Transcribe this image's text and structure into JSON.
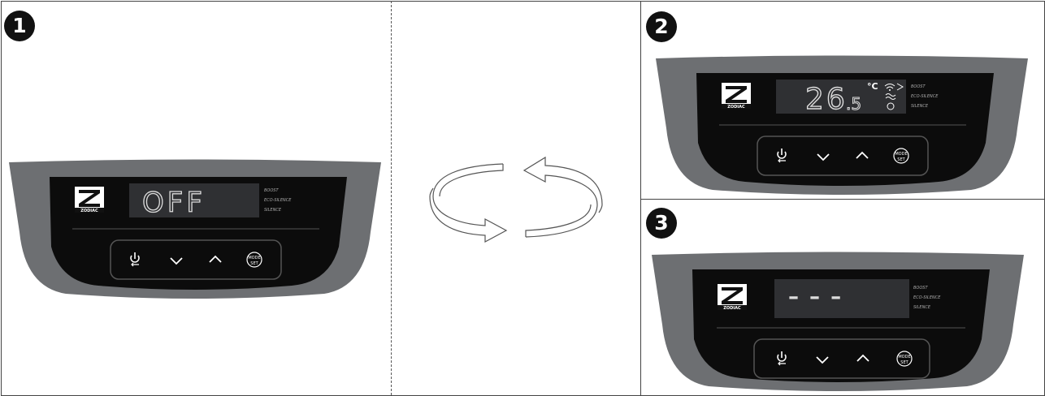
{
  "steps": [
    "1",
    "2",
    "3"
  ],
  "panel": {
    "logo_text": "ZODIAC",
    "mode_labels": [
      "BOOST",
      "ECO-SILENCE",
      "SILENCE"
    ],
    "mode_set_top": "MODE",
    "mode_set_bottom": "SET"
  },
  "displays": {
    "step1": {
      "main": "OFF",
      "sub": "",
      "unit": ""
    },
    "step2": {
      "main": "26",
      "sub": ".5",
      "unit": "°C"
    },
    "step3": {
      "main": "– – –",
      "sub": "",
      "unit": ""
    }
  },
  "icons": [
    "power-icon",
    "down-arrow-icon",
    "up-arrow-icon",
    "mode-set-icon",
    "wifi-icon",
    "heating-waves-icon",
    "timer-icon",
    "rotate-arrows-icon"
  ],
  "colors": {
    "bezel": "#6d6f72",
    "face": "#0c0c0c",
    "screen": "#2f3033",
    "segment": "#dcdcdc",
    "border": "#444444"
  }
}
